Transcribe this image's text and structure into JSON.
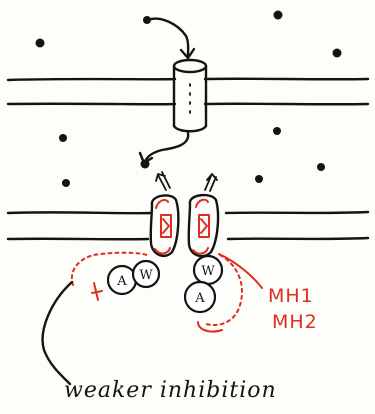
{
  "labels": {
    "mh1": "MH1",
    "mh2": "MH2",
    "caption": "weaker inhibition"
  },
  "subunits": {
    "left": [
      "A",
      "W"
    ],
    "right": [
      "W",
      "A"
    ]
  },
  "colors": {
    "ink": "#141414",
    "annotation": "#e02d23",
    "paper": "#fdfdf9"
  }
}
